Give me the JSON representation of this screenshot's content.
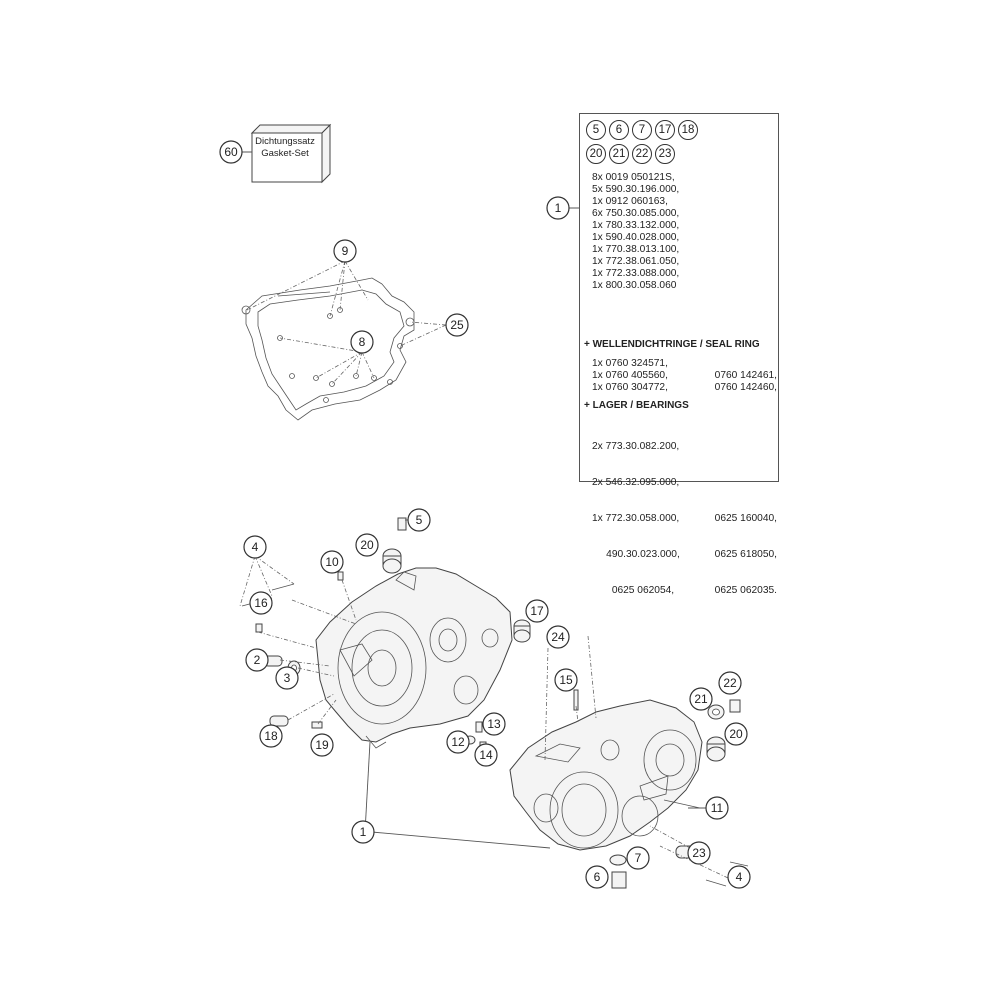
{
  "gasket_set": {
    "ref": "60",
    "label_line1": "Dichtungssatz",
    "label_line2": "Gasket-Set"
  },
  "parts_box": {
    "chips_row1": [
      "5",
      "6",
      "7",
      "17",
      "18"
    ],
    "chips_row2": [
      "20",
      "21",
      "22",
      "23"
    ],
    "ref": "1",
    "parts": [
      "8x 0019 050121S,",
      "5x 590.30.196.000,",
      "1x 0912 060163,",
      "6x 750.30.085.000,",
      "1x 780.33.132.000,",
      "1x 590.40.028.000,",
      "1x 770.38.013.100,",
      "1x 772.38.061.050,",
      "1x 772.33.088.000,",
      "1x 800.30.058.060"
    ],
    "seal_title": "+ WELLENDICHTRINGE /  SEAL RING",
    "seal_rows": [
      [
        "1x 0760 324571,",
        ""
      ],
      [
        "1x 0760 405560,",
        "0760 142461,"
      ],
      [
        "1x 0760 304772,",
        "0760 142460,"
      ]
    ],
    "bearing_title": "+ LAGER / BEARINGS",
    "bearing_rows": [
      [
        "2x 773.30.082.200,",
        ""
      ],
      [
        "2x 546.32.095.000,",
        ""
      ],
      [
        "1x 772.30.058.000,",
        "0625 160040,"
      ],
      [
        "     490.30.023.000,",
        "0625 618050,"
      ],
      [
        "       0625 062054,",
        "0625 062035."
      ]
    ]
  },
  "callouts": [
    {
      "id": "c60",
      "label": "60"
    },
    {
      "id": "c9",
      "label": "9"
    },
    {
      "id": "c25",
      "label": "25"
    },
    {
      "id": "c8",
      "label": "8"
    },
    {
      "id": "c1top",
      "label": "1"
    },
    {
      "id": "c5",
      "label": "5"
    },
    {
      "id": "c20a",
      "label": "20"
    },
    {
      "id": "c4a",
      "label": "4"
    },
    {
      "id": "c10",
      "label": "10"
    },
    {
      "id": "c16",
      "label": "16"
    },
    {
      "id": "c2",
      "label": "2"
    },
    {
      "id": "c3",
      "label": "3"
    },
    {
      "id": "c18",
      "label": "18"
    },
    {
      "id": "c19",
      "label": "19"
    },
    {
      "id": "c17",
      "label": "17"
    },
    {
      "id": "c24",
      "label": "24"
    },
    {
      "id": "c15",
      "label": "15"
    },
    {
      "id": "c13",
      "label": "13"
    },
    {
      "id": "c12",
      "label": "12"
    },
    {
      "id": "c14",
      "label": "14"
    },
    {
      "id": "c21",
      "label": "21"
    },
    {
      "id": "c22",
      "label": "22"
    },
    {
      "id": "c20b",
      "label": "20"
    },
    {
      "id": "c11",
      "label": "11"
    },
    {
      "id": "c1bot",
      "label": "1"
    },
    {
      "id": "c7",
      "label": "7"
    },
    {
      "id": "c23",
      "label": "23"
    },
    {
      "id": "c6",
      "label": "6"
    },
    {
      "id": "c4b",
      "label": "4"
    }
  ]
}
